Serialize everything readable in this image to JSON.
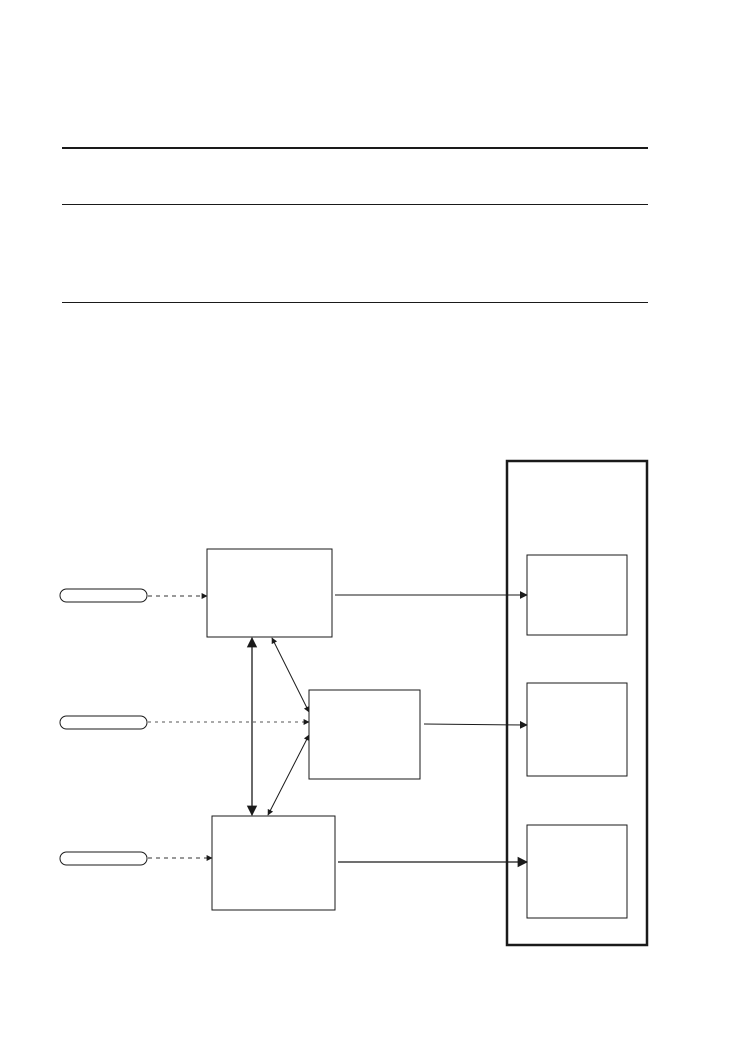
{
  "table": {
    "header": "",
    "body": ""
  },
  "diagram": {
    "inputs": [
      {
        "id": "input-1",
        "label": ""
      },
      {
        "id": "input-2",
        "label": ""
      },
      {
        "id": "input-3",
        "label": ""
      }
    ],
    "nodes": [
      {
        "id": "node-top",
        "label": ""
      },
      {
        "id": "node-middle",
        "label": ""
      },
      {
        "id": "node-bottom",
        "label": ""
      }
    ],
    "container": {
      "label": ""
    },
    "outputs": [
      {
        "id": "output-1",
        "label": ""
      },
      {
        "id": "output-2",
        "label": ""
      },
      {
        "id": "output-3",
        "label": ""
      }
    ],
    "stroke_color": "#1a1a1a",
    "dashed_color": "#333333"
  }
}
